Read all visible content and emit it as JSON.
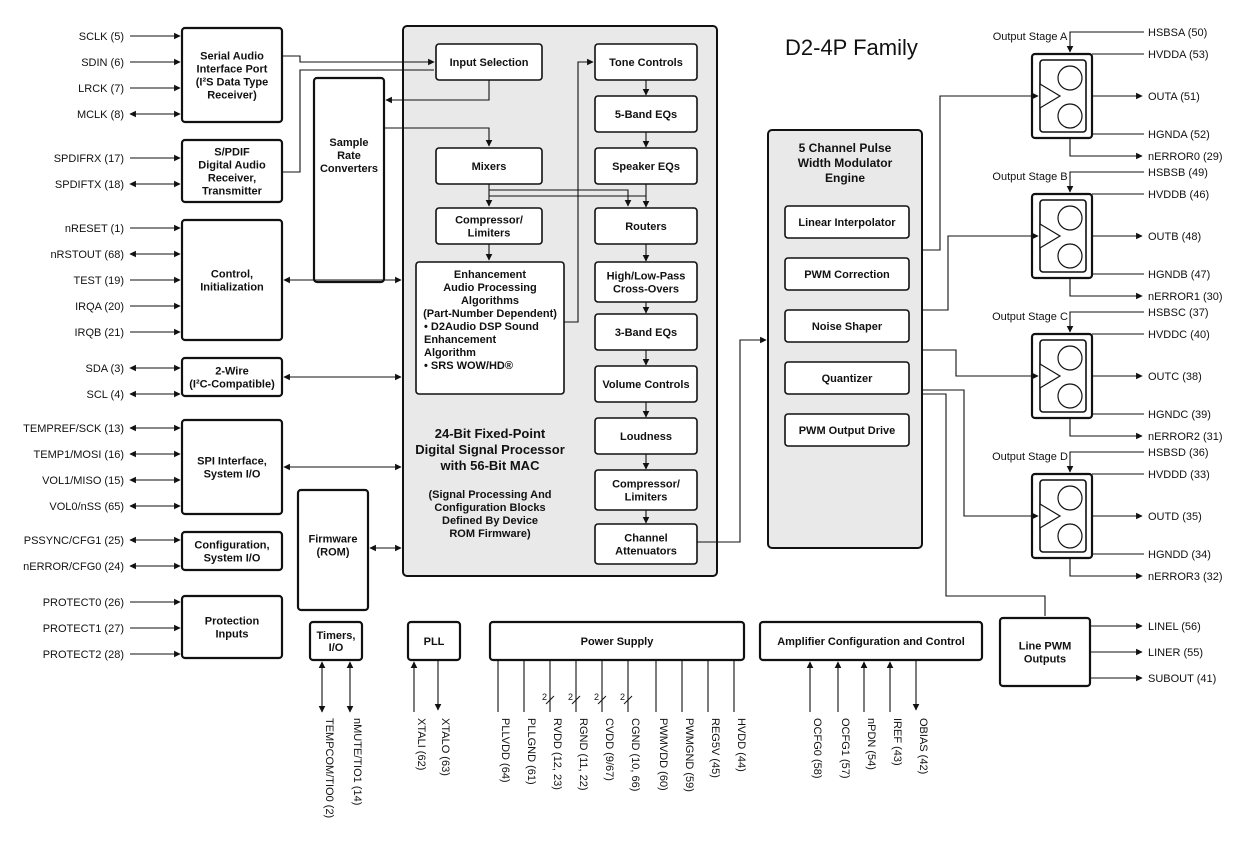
{
  "title": "D2-4P Family",
  "left_pins": [
    "SCLK (5)",
    "SDIN (6)",
    "LRCK (7)",
    "MCLK (8)",
    "SPDIFRX (17)",
    "SPDIFTX (18)",
    "nRESET (1)",
    "nRSTOUT (68)",
    "TEST (19)",
    "IRQA (20)",
    "IRQB (21)",
    "SDA (3)",
    "SCL (4)",
    "TEMPREF/SCK (13)",
    "TEMP1/MOSI (16)",
    "VOL1/MISO (15)",
    "VOL0/nSS (65)",
    "PSSYNC/CFG1 (25)",
    "nERROR/CFG0 (24)",
    "PROTECT0 (26)",
    "PROTECT1 (27)",
    "PROTECT2 (28)"
  ],
  "left_blocks": {
    "serial": [
      "Serial Audio",
      "Interface Port",
      "(I²S Data Type",
      "Receiver)"
    ],
    "spdif": [
      "S/PDIF",
      "Digital Audio",
      "Receiver,",
      "Transmitter"
    ],
    "control": [
      "Control,",
      "Initialization"
    ],
    "twowire": [
      "2-Wire",
      "(I²C-Compatible)"
    ],
    "spi": [
      "SPI Interface,",
      "System I/O"
    ],
    "config": [
      "Configuration,",
      "System I/O"
    ],
    "protection": [
      "Protection",
      "Inputs"
    ]
  },
  "src": [
    "Sample",
    "Rate",
    "Converters"
  ],
  "firmware": [
    "Firmware",
    "(ROM)"
  ],
  "dsp": {
    "col1": {
      "input_selection": "Input Selection",
      "mixers": "Mixers",
      "compressor": [
        "Compressor/",
        "Limiters"
      ],
      "enhancement": [
        "Enhancement",
        "Audio Processing",
        "Algorithms",
        "(Part-Number Dependent)",
        "• D2Audio DSP Sound",
        "  Enhancement",
        "  Algorithm",
        "• SRS WOW/HD®"
      ]
    },
    "col2": [
      [
        "Tone Controls"
      ],
      [
        "5-Band EQs"
      ],
      [
        "Speaker EQs"
      ],
      [
        "Routers"
      ],
      [
        "High/Low-Pass",
        "Cross-Overs"
      ],
      [
        "3-Band EQs"
      ],
      [
        "Volume Controls"
      ],
      [
        "Loudness"
      ],
      [
        "Compressor/",
        "Limiters"
      ],
      [
        "Channel",
        "Attenuators"
      ]
    ],
    "caption": [
      "24-Bit Fixed-Point",
      "Digital Signal Processor",
      "with 56-Bit MAC"
    ],
    "subcaption": [
      "(Signal Processing And",
      "Configuration Blocks",
      "Defined By Device",
      "ROM Firmware)"
    ]
  },
  "pwm": {
    "title": [
      "5 Channel Pulse",
      "Width Modulator",
      "Engine"
    ],
    "items": [
      "Linear Interpolator",
      "PWM Correction",
      "Noise Shaper",
      "Quantizer",
      "PWM Output Drive"
    ]
  },
  "output_stages": [
    {
      "label": "Output Stage A",
      "pins": [
        "HSBSA (50)",
        "HVDDA (53)",
        "OUTA (51)",
        "HGNDA (52)",
        "nERROR0 (29)"
      ]
    },
    {
      "label": "Output Stage B",
      "pins": [
        "HSBSB (49)",
        "HVDDB (46)",
        "OUTB (48)",
        "HGNDB (47)",
        "nERROR1 (30)"
      ]
    },
    {
      "label": "Output Stage C",
      "pins": [
        "HSBSC (37)",
        "HVDDC (40)",
        "OUTC (38)",
        "HGNDC (39)",
        "nERROR2 (31)"
      ]
    },
    {
      "label": "Output Stage D",
      "pins": [
        "HSBSD (36)",
        "HVDDD (33)",
        "OUTD (35)",
        "HGNDD (34)",
        "nERROR3 (32)"
      ]
    }
  ],
  "line_pwm": {
    "label": [
      "Line PWM",
      "Outputs"
    ],
    "pins": [
      "LINEL (56)",
      "LINER (55)",
      "SUBOUT (41)"
    ]
  },
  "timers": {
    "label": [
      "Timers,",
      "I/O"
    ],
    "pins": [
      "TEMPCOM/TIO0 (2)",
      "nMUTE/TIO1 (14)"
    ]
  },
  "pll": {
    "label": "PLL",
    "pins": [
      "XTALI (62)",
      "XTALO (63)"
    ]
  },
  "power": {
    "label": "Power Supply",
    "pins": [
      "PLLVDD (64)",
      "PLLGND (61)",
      "RVDD (12, 23)",
      "RGND (11, 22)",
      "CVDD (9/67)",
      "CGND (10, 66)",
      "PWMVDD (60)",
      "PWMGND (59)",
      "REG5V (45)",
      "HVDD (44)"
    ],
    "bus_width": "2"
  },
  "amp": {
    "label": "Amplifier Configuration and Control",
    "pins": [
      "OCFG0 (58)",
      "OCFG1 (57)",
      "nPDN (54)",
      "IREF (43)",
      "OBIAS (42)"
    ]
  }
}
